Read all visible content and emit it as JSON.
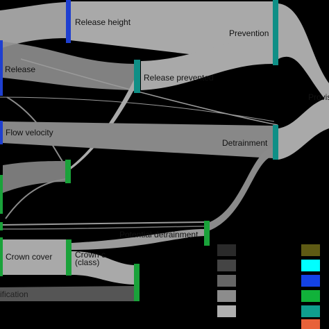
{
  "colors": {
    "background": "#000000",
    "flow_light": "#a9a9a9",
    "flow_mid": "#8a8a8a",
    "flow_dark": "#555555",
    "node_blue": "#1e3fd0",
    "node_teal": "#0f8f86",
    "node_green": "#1aa23a"
  },
  "nodes": {
    "release_height": "Release height",
    "prevention": "Prevention",
    "release": "Release",
    "release_prevented": "Release prevented",
    "provision": "Provisi",
    "flow_velocity": "Flow velocity",
    "detrainment": "Detrainment",
    "crown_cover": "Crown cover",
    "crown_cover_class_line1": "Crown c",
    "crown_cover_class_line2": "(class)",
    "potential_detrainment": "Potential detrainment",
    "classification": "ification"
  },
  "legend_swatches": {
    "greys": [
      "#2a2a2a",
      "#444444",
      "#666666",
      "#8c8c8c",
      "#b0b0b0"
    ],
    "colors": [
      "#5e5a14",
      "#00ffff",
      "#1442e6",
      "#11b23a",
      "#0f9e8e",
      "#e8623a"
    ]
  }
}
